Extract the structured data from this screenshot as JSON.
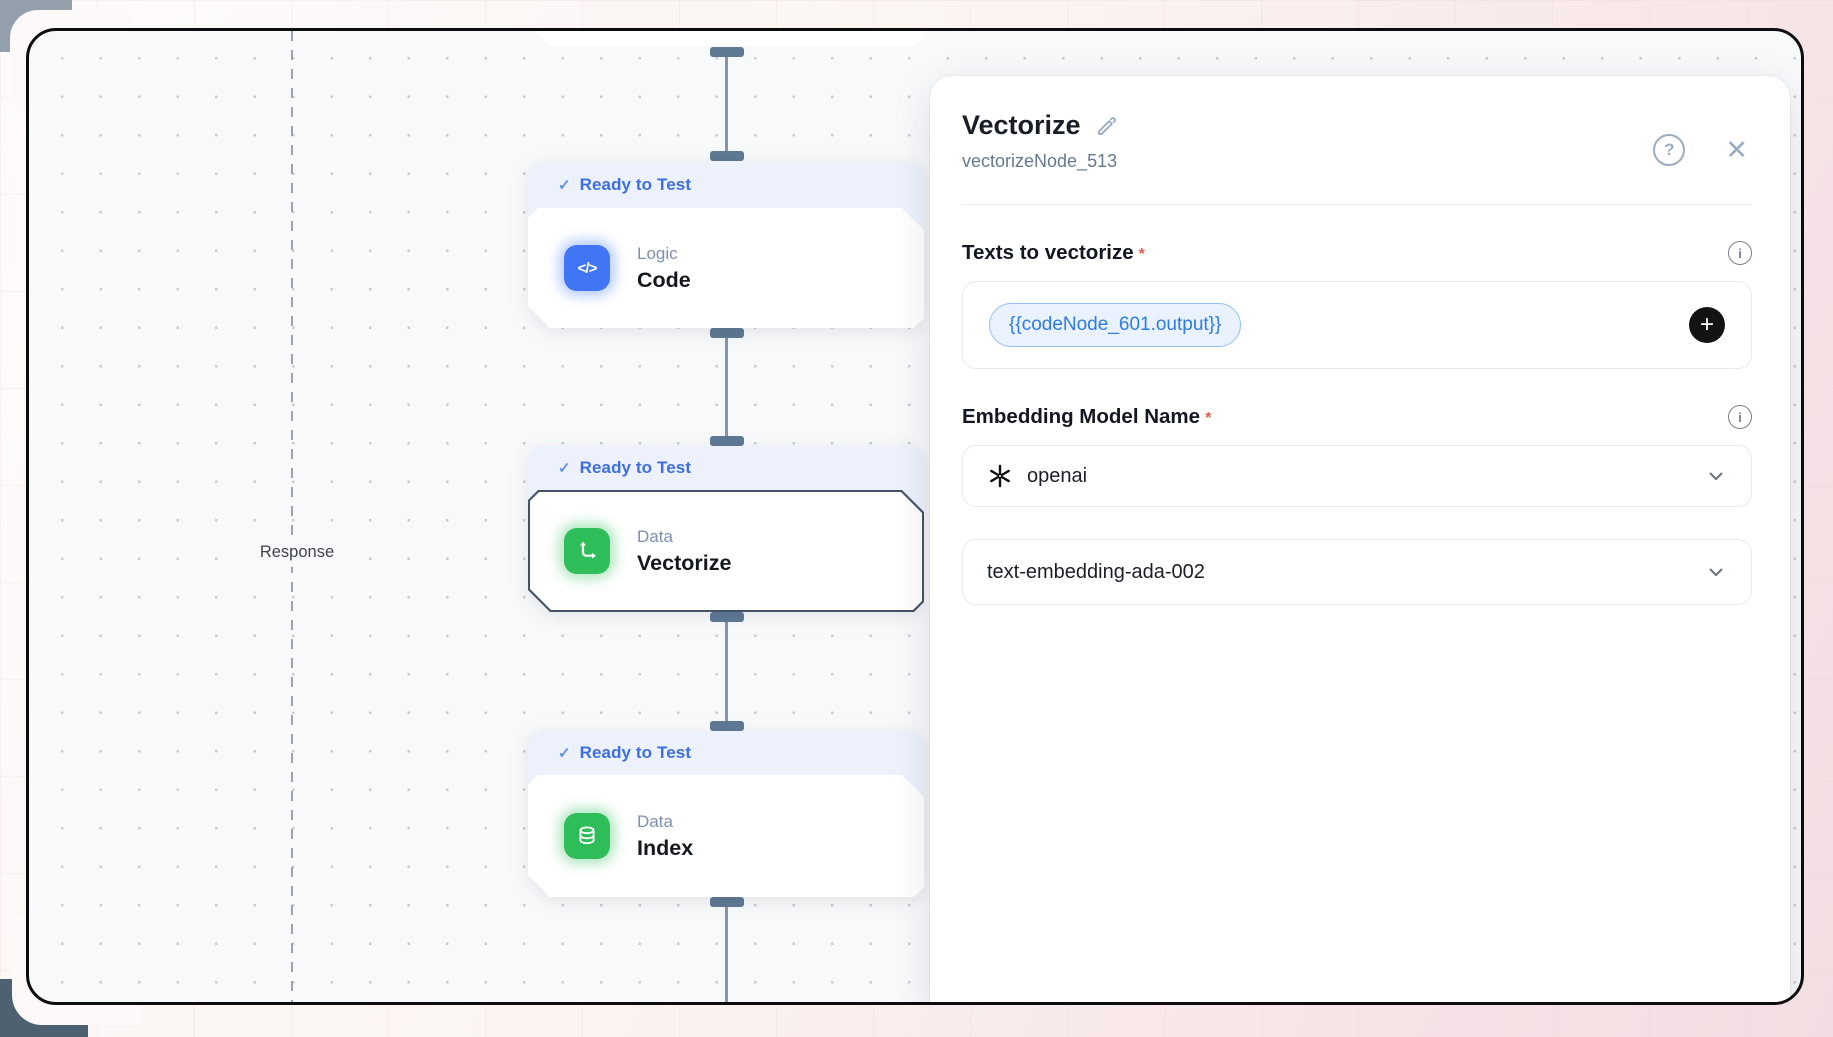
{
  "canvas": {
    "response_label": "Response",
    "nodes": [
      {
        "status": "Ready to Test",
        "category": "Logic",
        "name": "Code",
        "icon": "code-icon",
        "accent": "#4076F5",
        "selected": false
      },
      {
        "status": "Ready to Test",
        "category": "Data",
        "name": "Vectorize",
        "icon": "vector-axes-icon",
        "accent": "#2EBD59",
        "selected": true
      },
      {
        "status": "Ready to Test",
        "category": "Data",
        "name": "Index",
        "icon": "database-icon",
        "accent": "#2EBD59",
        "selected": false
      }
    ]
  },
  "panel": {
    "title": "Vectorize",
    "node_id": "vectorizeNode_513",
    "required_marker": "*",
    "fields": {
      "texts": {
        "label": "Texts to vectorize",
        "chip": "{{codeNode_601.output}}"
      },
      "model": {
        "label": "Embedding Model Name",
        "provider": "openai",
        "model_name": "text-embedding-ada-002"
      }
    }
  },
  "icons": {
    "check": "✓",
    "help": "?",
    "close": "✕",
    "plus": "+",
    "info": "i",
    "code_glyph": "</>"
  },
  "colors": {
    "badge_bg": "#ECF1FB",
    "badge_text": "#3E6EE0",
    "node_blue": "#4076F5",
    "node_green": "#2EBD59",
    "selected_border": "#44536A",
    "connector": "#5E7994",
    "chip_text": "#2D7CE4",
    "required": "#E25C50"
  }
}
